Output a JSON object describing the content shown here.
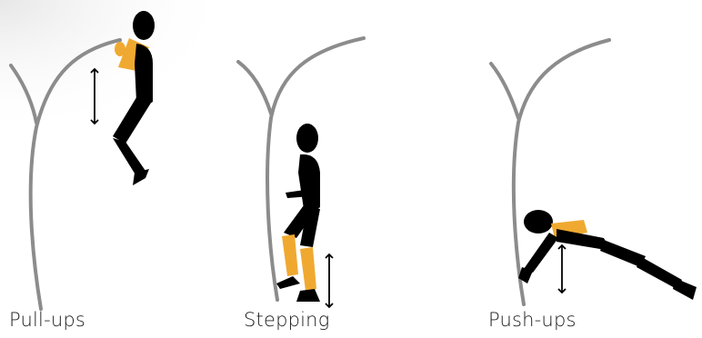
{
  "colors": {
    "body": "#000000",
    "highlight": "#f0a930",
    "tree": "#8c8c8c",
    "text": "#1a1a1a",
    "background": "#ffffff"
  },
  "panels": [
    {
      "label": "Pull-ups",
      "arrow": "double-arrow-vertical"
    },
    {
      "label": "Stepping",
      "arrow": "double-arrow-vertical"
    },
    {
      "label": "Push-ups",
      "arrow": "double-arrow-vertical"
    }
  ]
}
